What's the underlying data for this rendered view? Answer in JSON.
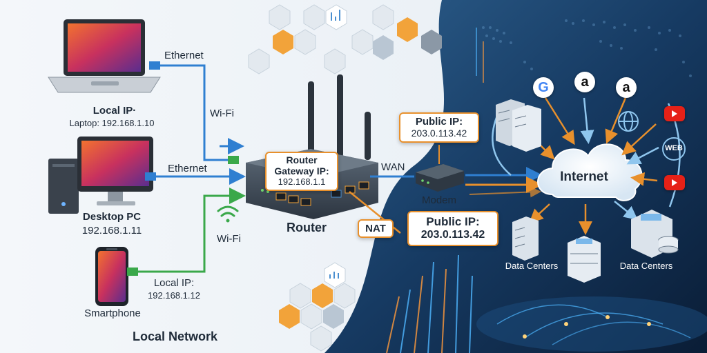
{
  "local": {
    "laptop_ip_label": "Local IP·",
    "laptop_ip": "Laptop: 192.168.1.10",
    "desktop_label": "Desktop PC",
    "desktop_ip": "192.168.1.11",
    "phone_ip_label": "Local IP:",
    "phone_ip": "192.168.1.12",
    "phone_label": "Smartphone",
    "network_label": "Local Network"
  },
  "links": {
    "ethernet_top": "Ethernet",
    "wifi_top": "Wi-Fi",
    "ethernet_mid": "Ethernet",
    "wifi_bottom": "Wi-Fi",
    "wan": "WAN",
    "nat": "NAT"
  },
  "router": {
    "callout_line1": "Router",
    "callout_line2": "Gateway IP:",
    "callout_ip": "192.168.1.1",
    "label": "Router"
  },
  "modem": {
    "label": "Modem",
    "public_ip_title": "Public IP:",
    "public_ip": "203.0.113.42"
  },
  "nat_box": {
    "title": "Public IP:",
    "ip": "203.0.113.42"
  },
  "internet": {
    "cloud_label": "Internet",
    "datacenter_left": "Data Centers",
    "datacenter_right": "Data Centers",
    "web_badge": "WEB"
  },
  "colors": {
    "ethernet_blue": "#2f7fd1",
    "wifi_green": "#3aa84a",
    "accent_orange": "#e8902c",
    "internet_navy": "#0f2a4a"
  }
}
